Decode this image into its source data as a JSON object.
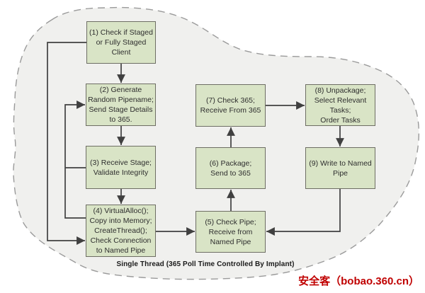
{
  "diagram": {
    "boxes": [
      {
        "id": 1,
        "label": "(1) Check if Staged\nor Fully Staged\nClient"
      },
      {
        "id": 2,
        "label": "(2) Generate\nRandom Pipename;\nSend Stage Details\nto 365."
      },
      {
        "id": 3,
        "label": "(3) Receive Stage;\nValidate Integrity"
      },
      {
        "id": 4,
        "label": "(4) VirtualAlloc();\nCopy into Memory;\nCreateThread();\nCheck Connection\nto Named Pipe"
      },
      {
        "id": 5,
        "label": "(5) Check Pipe;\nReceive from\nNamed Pipe"
      },
      {
        "id": 6,
        "label": "(6) Package;\nSend to 365"
      },
      {
        "id": 7,
        "label": "(7) Check 365;\nReceive From 365"
      },
      {
        "id": 8,
        "label": "(8) Unpackage;\nSelect Relevant\nTasks;\nOrder Tasks"
      },
      {
        "id": 9,
        "label": "(9) Write to Named\nPipe"
      }
    ],
    "caption": "Single Thread (365 Poll Time Controlled By Implant)",
    "watermark": "安全客（bobao.360.cn）",
    "colors": {
      "box_fill": "#d9e4c6",
      "box_border": "#6e6e64",
      "arrow": "#404040",
      "text": "#2e2e2e",
      "blob_fill": "#f0f0ee",
      "blob_stroke": "#9a9a9a",
      "caption": "#1a1a1a",
      "watermark": "#c00000"
    }
  }
}
